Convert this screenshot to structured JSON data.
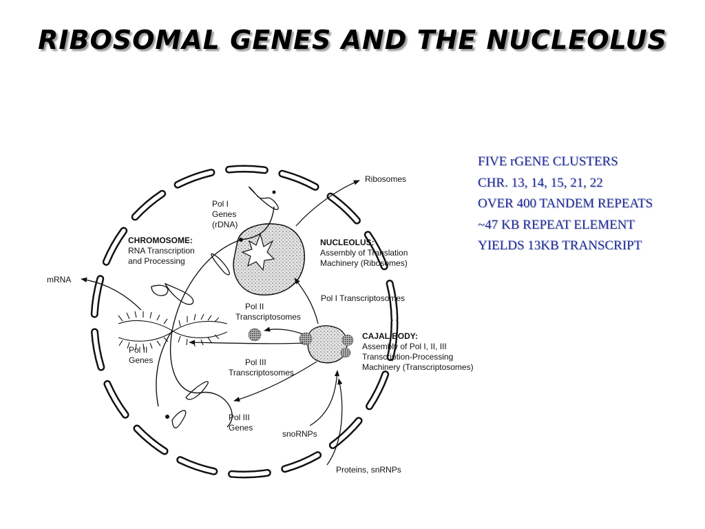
{
  "title": "Ribosomal Genes and the Nucleolus",
  "facts": [
    "FIVE rGENE CLUSTERS",
    "CHR. 13, 14, 15, 21, 22",
    "OVER 400 TANDEM REPEATS",
    "~47 KB REPEAT ELEMENT",
    "YIELDS 13KB TRANSCRIPT"
  ],
  "diagram": {
    "ribosomes": "Ribosomes",
    "pol1_genes": [
      "Pol I",
      "Genes",
      "(rDNA)"
    ],
    "chromosome_heading": "CHROMOSOME:",
    "chromosome_desc": [
      "RNA Transcription",
      "and Processing"
    ],
    "nucleolus_heading": "NUCLEOLUS:",
    "nucleolus_desc": [
      "Assembly of Translation",
      "Machinery (Ribosomes)"
    ],
    "mrna": "mRNA",
    "pol1_transcriptosomes": "Pol I Transcriptosomes",
    "pol2_transcriptosomes": [
      "Pol II",
      "Transcriptosomes"
    ],
    "cajal_heading": "CAJAL BODY:",
    "cajal_desc": [
      "Assembly of Pol I, II, III",
      "Transcription-Processing",
      "Machinery (Transcriptosomes)"
    ],
    "pol2_genes": [
      "Pol II",
      "Genes"
    ],
    "pol3_transcriptosomes": [
      "Pol III",
      "Transcriptosomes"
    ],
    "pol3_genes": [
      "Pol III",
      "Genes"
    ],
    "snornps": "snoRNPs",
    "proteins": "Proteins, snRNPs"
  }
}
